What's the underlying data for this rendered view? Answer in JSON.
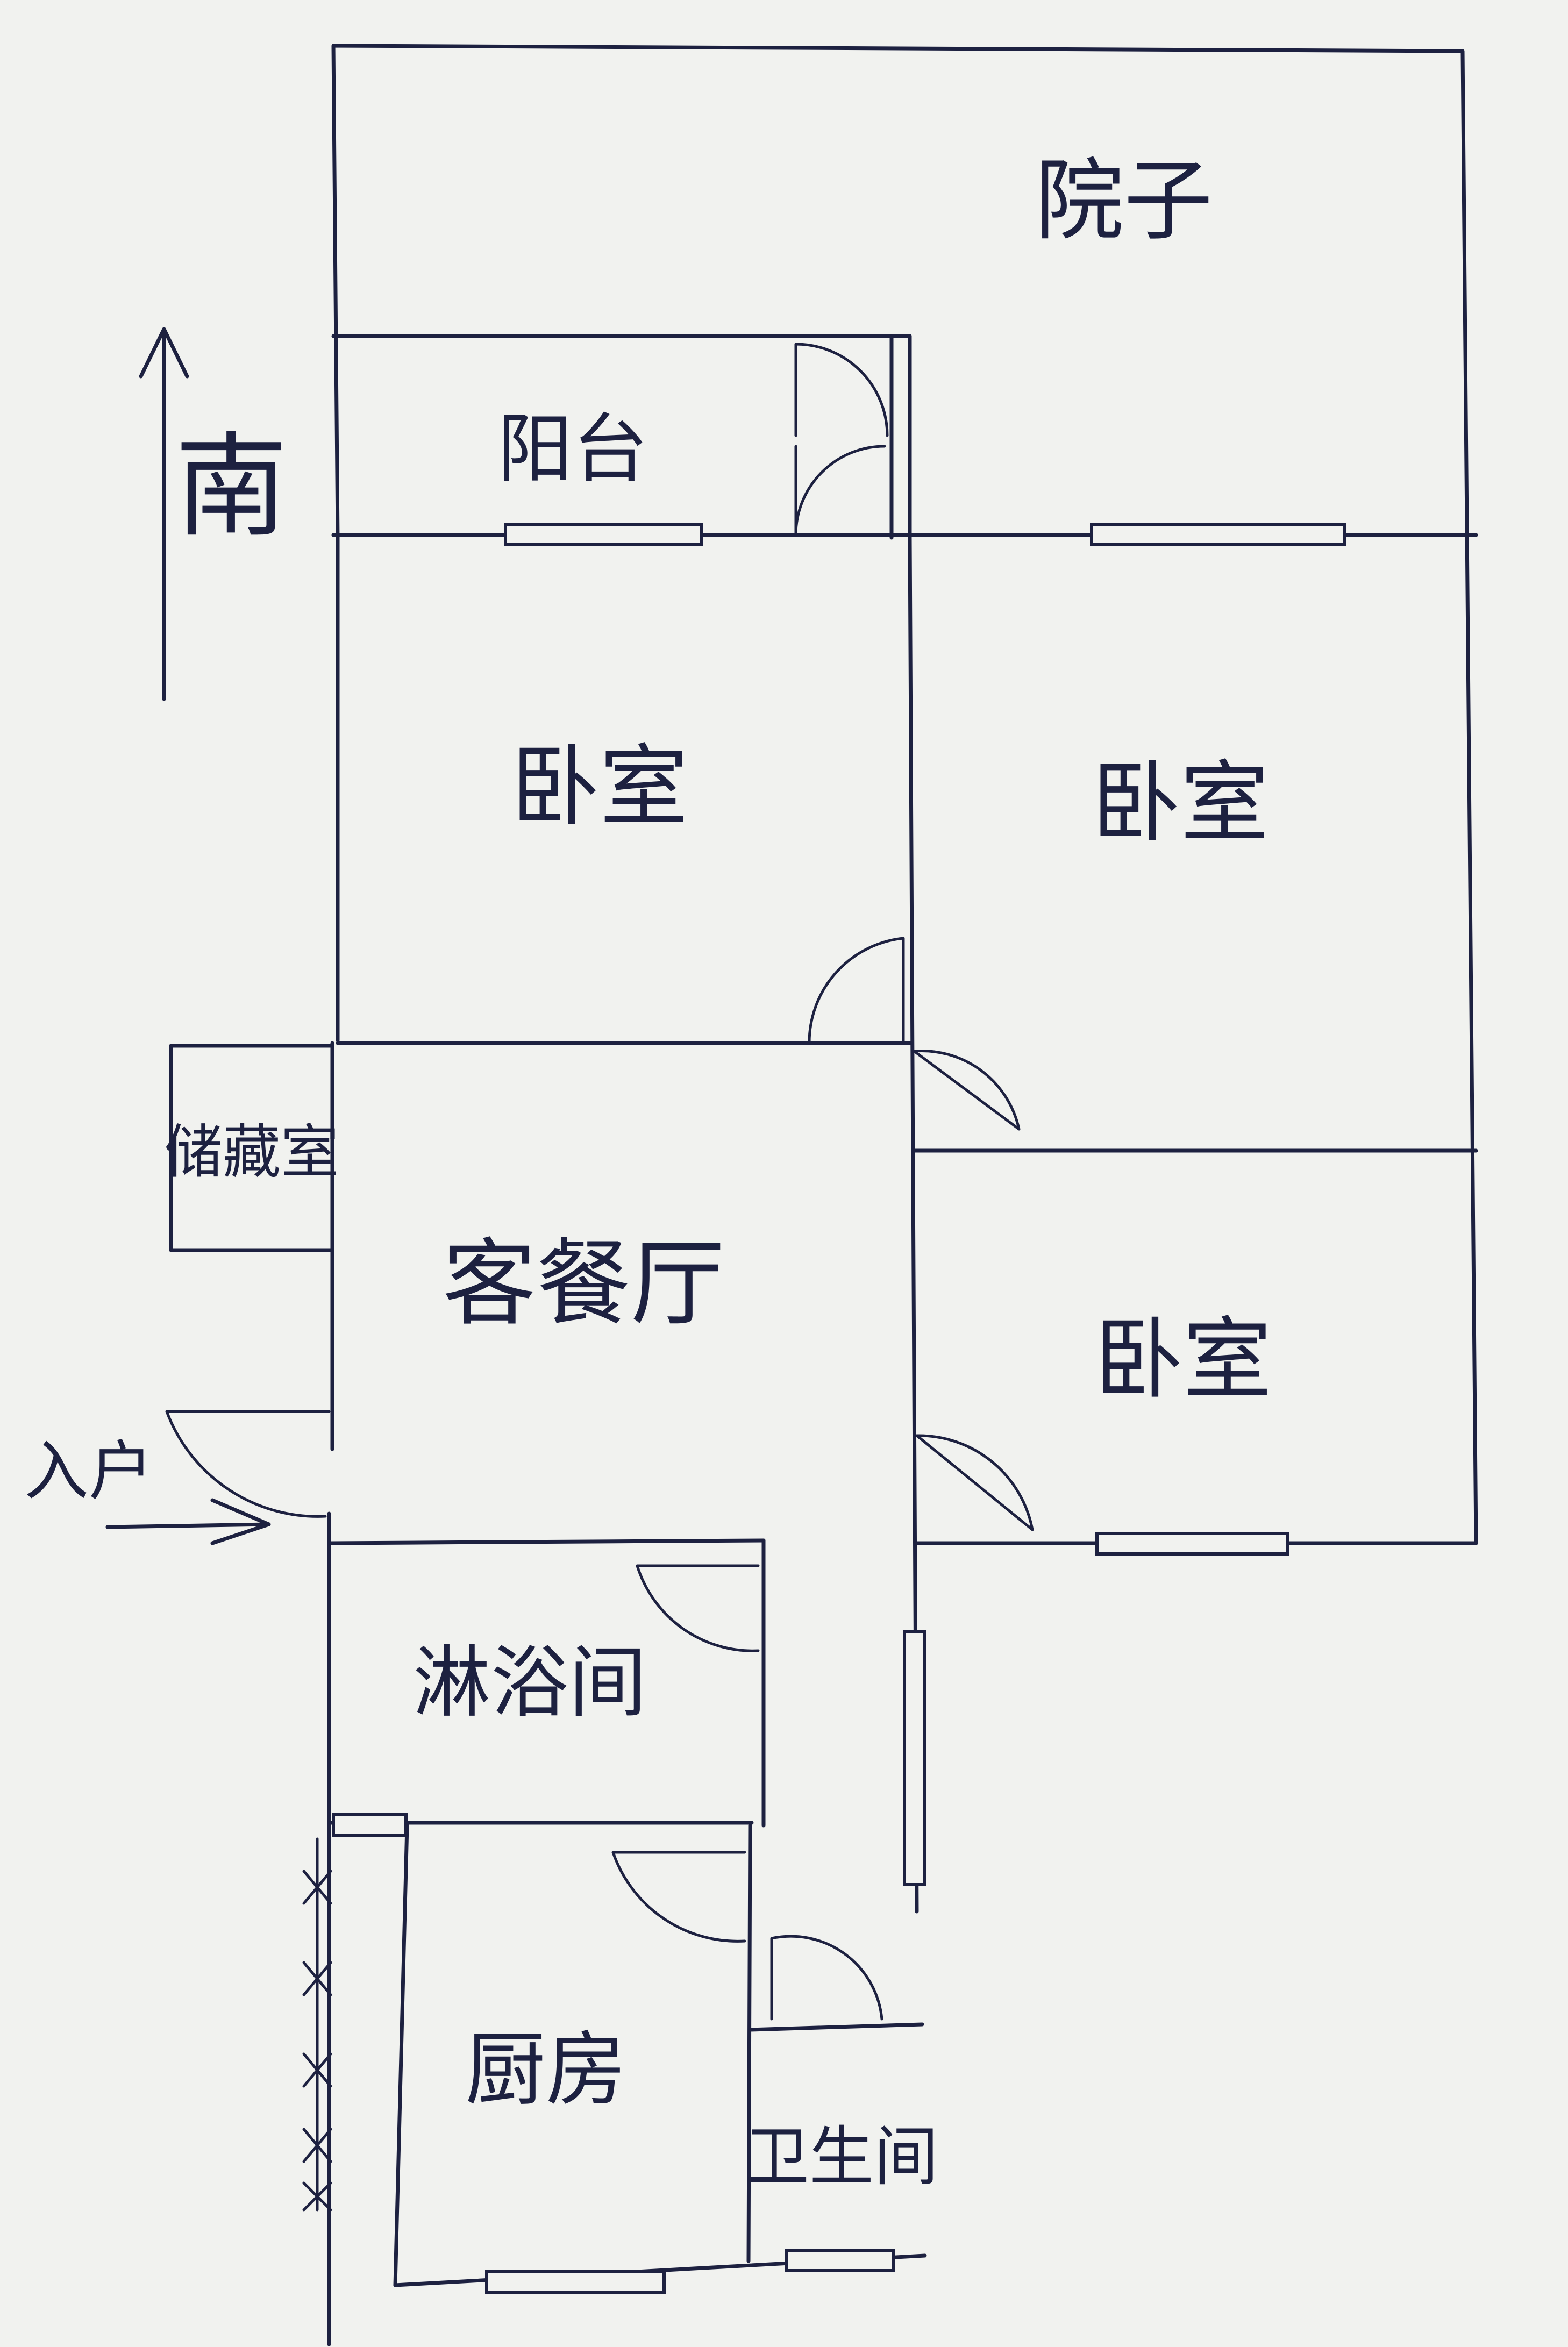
{
  "labels": {
    "yard": "院子",
    "balcony": "阳台",
    "bedroom_nw": "卧室",
    "bedroom_ne": "卧室",
    "bedroom_e": "卧室",
    "storage": "储藏室",
    "living_dining": "客餐厅",
    "entrance": "入户",
    "shower": "淋浴间",
    "kitchen": "厨房",
    "toilet": "卫生间",
    "south": "南"
  }
}
